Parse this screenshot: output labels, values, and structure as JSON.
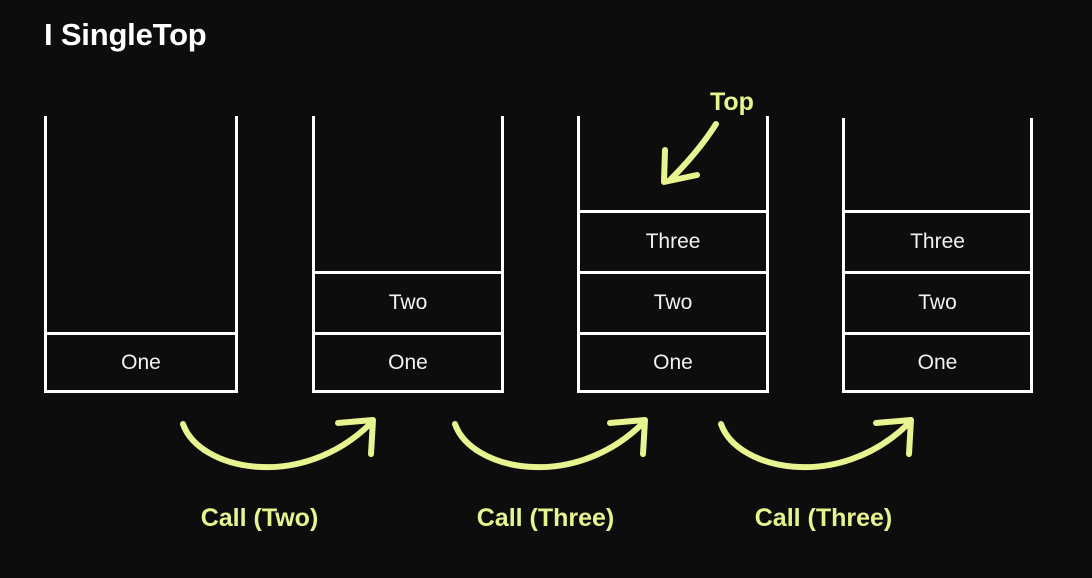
{
  "slide": {
    "title": "I SingleTop",
    "background_color": "#0d0d0d",
    "stack_line_color": "#ffffff",
    "item_text_color": "#f2f2f2",
    "accent_color": "#e8f490"
  },
  "stacks": [
    {
      "name": "stack-1",
      "items": [],
      "bottom_items": [
        "One"
      ]
    },
    {
      "name": "stack-2",
      "items": [],
      "bottom_items": [
        "Two",
        "One"
      ]
    },
    {
      "name": "stack-3",
      "items": [],
      "bottom_items": [
        "Three",
        "Two",
        "One"
      ]
    },
    {
      "name": "stack-4",
      "items": [],
      "bottom_items": [
        "Three",
        "Two",
        "One"
      ]
    }
  ],
  "cells": {
    "s1_1": "One",
    "s2_1": "Two",
    "s2_2": "One",
    "s3_1": "Three",
    "s3_2": "Two",
    "s3_3": "One",
    "s4_1": "Three",
    "s4_2": "Two",
    "s4_3": "One"
  },
  "annotations": {
    "top_pointer_label": "Top",
    "transitions": [
      {
        "label": "Call (Two)"
      },
      {
        "label": "Call (Three)"
      },
      {
        "label": "Call (Three)"
      }
    ]
  }
}
